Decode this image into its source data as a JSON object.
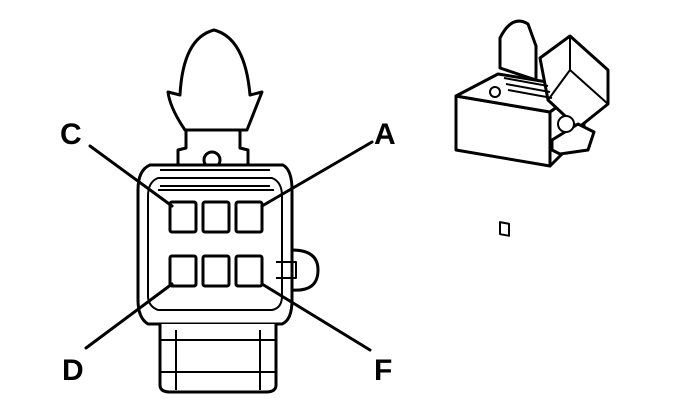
{
  "diagram": {
    "pin_labels": {
      "top_left": "C",
      "top_right": "A",
      "bottom_left": "D",
      "bottom_right": "F"
    }
  }
}
